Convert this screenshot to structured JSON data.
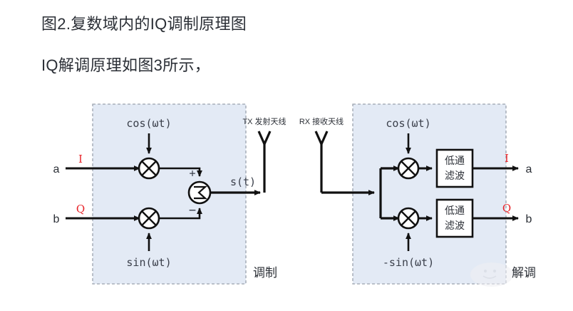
{
  "page": {
    "background": "#ffffff",
    "title_line_1": "图2.复数域内的IQ调制原理图",
    "title_line_2": "IQ解调原理如图3所示，"
  },
  "colors": {
    "panel_fill": "#e3eaf5",
    "panel_border": "#9aa2ad",
    "line": "#111111",
    "text": "#2b2f36",
    "accent_red": "#e8252a",
    "watermark": "#e9e9ee"
  },
  "modulator": {
    "panel_caption": "调制",
    "input_a_label": "a",
    "input_b_label": "b",
    "input_i_label": "I",
    "input_q_label": "Q",
    "carrier_top": "cos(ωt)",
    "carrier_bottom": "sin(ωt)",
    "sum_plus": "+",
    "sum_minus": "−",
    "sum_symbol": "Σ",
    "output_label": "s(t)",
    "mixer_symbol": "⊗"
  },
  "antennas": {
    "tx_label": "TX 发射天线",
    "rx_label": "RX 接收天线"
  },
  "demodulator": {
    "panel_caption": "解调",
    "carrier_top": "cos(ωt)",
    "carrier_bottom": "-sin(ωt)",
    "filter_top_line1": "低通",
    "filter_top_line2": "滤波",
    "filter_bottom_line1": "低通",
    "filter_bottom_line2": "滤波",
    "output_i_label": "I",
    "output_q_label": "Q",
    "output_a_label": "a",
    "output_b_label": "b",
    "mixer_symbol": "⊗"
  }
}
